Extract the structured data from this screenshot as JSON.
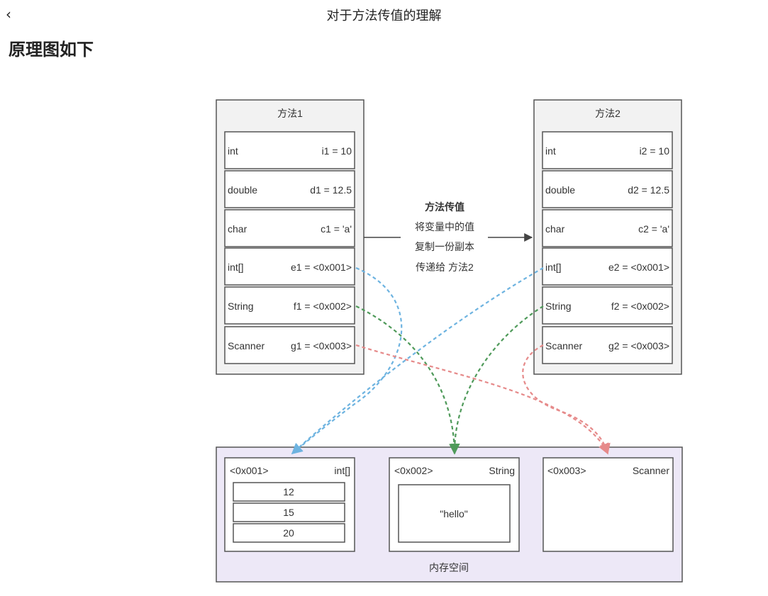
{
  "header": {
    "back_icon": "chevron-left-icon",
    "back_glyph": "‹",
    "title": "对于方法传值的理解"
  },
  "article": {
    "heading": "原理图如下"
  },
  "diagram": {
    "method1": {
      "title": "方法1",
      "rows": [
        {
          "type": "int",
          "value": "i1 = 10"
        },
        {
          "type": "double",
          "value": "d1 = 12.5"
        },
        {
          "type": "char",
          "value": "c1 = 'a'"
        },
        {
          "type": "int[]",
          "value": "e1 = <0x001>"
        },
        {
          "type": "String",
          "value": "f1 = <0x002>"
        },
        {
          "type": "Scanner",
          "value": "g1 = <0x003>"
        }
      ]
    },
    "method2": {
      "title": "方法2",
      "rows": [
        {
          "type": "int",
          "value": "i2 = 10"
        },
        {
          "type": "double",
          "value": "d2 = 12.5"
        },
        {
          "type": "char",
          "value": "c2 = 'a'"
        },
        {
          "type": "int[]",
          "value": "e2 = <0x001>"
        },
        {
          "type": "String",
          "value": "f2 = <0x002>"
        },
        {
          "type": "Scanner",
          "value": "g2 = <0x003>"
        }
      ]
    },
    "transfer": {
      "title": "方法传值",
      "lines": [
        "将变量中的值",
        "复制一份副本",
        "传递给 方法2"
      ]
    },
    "memory": {
      "label": "内存空间",
      "array_obj": {
        "addr": "<0x001>",
        "type": "int[]",
        "items": [
          "12",
          "15",
          "20"
        ]
      },
      "string_obj": {
        "addr": "<0x002>",
        "type": "String",
        "content": "\"hello\""
      },
      "scanner_obj": {
        "addr": "<0x003>",
        "type": "Scanner"
      }
    },
    "colors": {
      "int_array_ref": "#6db3e0",
      "string_ref": "#4f9a5a",
      "scanner_ref": "#e68a8a",
      "memory_bg": "#ede8f7",
      "method_bg": "#f2f2f2"
    }
  }
}
